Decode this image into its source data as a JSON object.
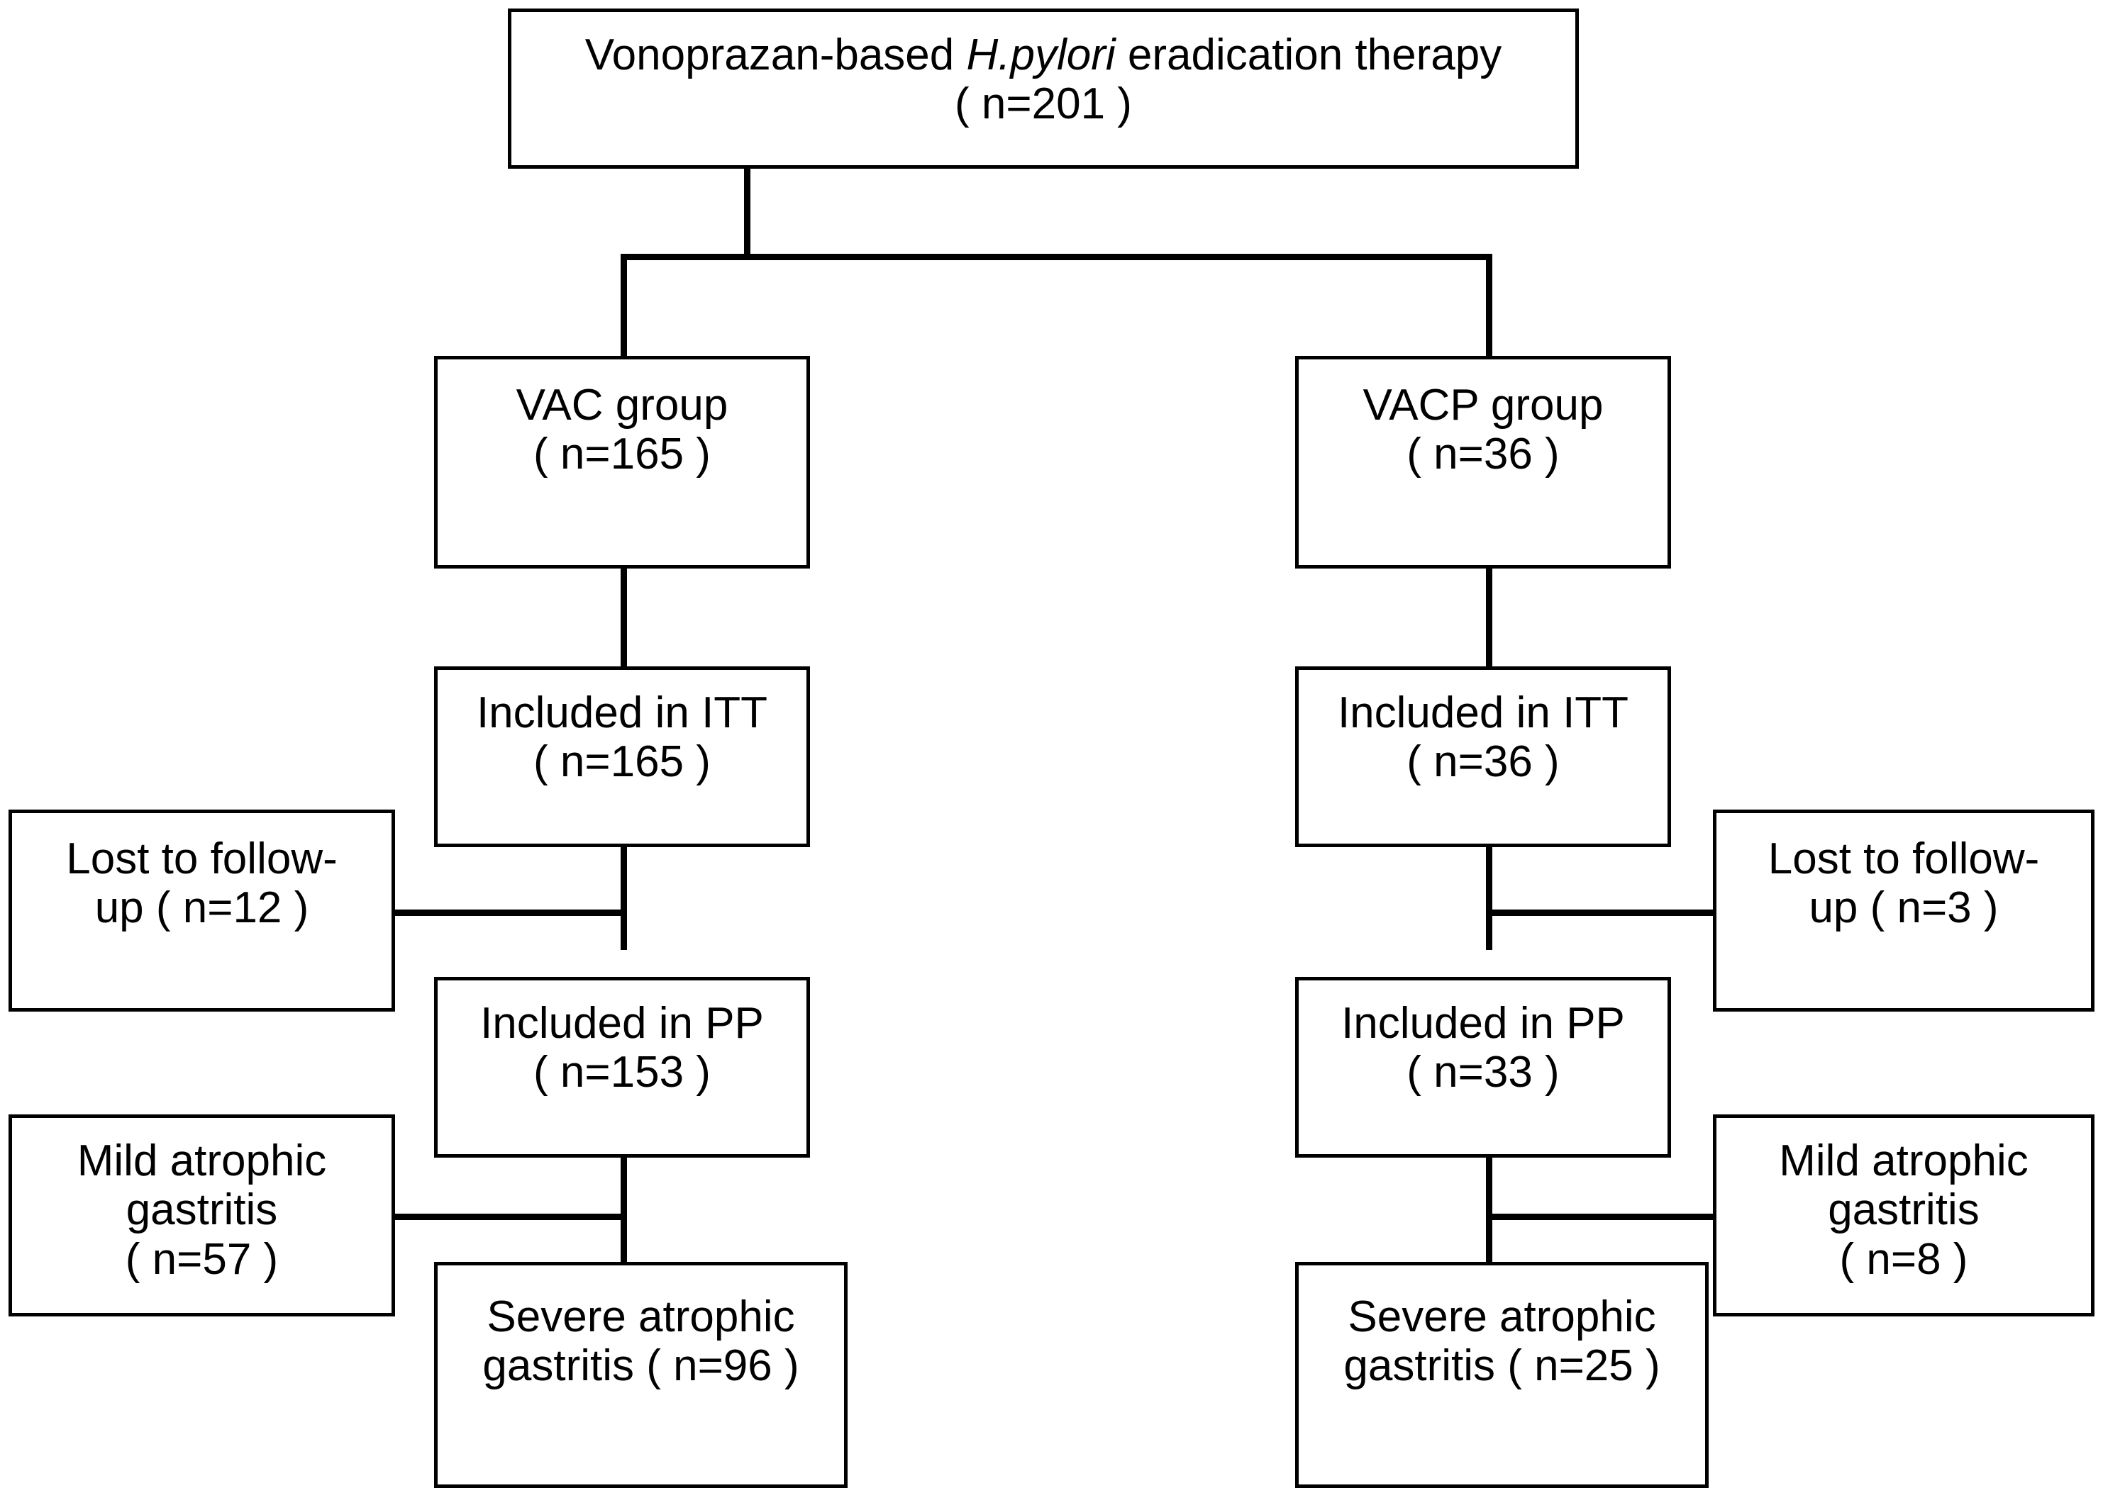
{
  "diagram": {
    "title": "Vonoprazan-based H.pylori eradication therapy study flow",
    "colors": {
      "line": "#000000",
      "box_border": "#000000",
      "background": "#ffffff",
      "text": "#000000"
    },
    "nodes": {
      "root": {
        "name": "enrollment",
        "line1_pre": "Vonoprazan-based ",
        "line1_italic": "H.pylori",
        "line1_post": " eradication therapy",
        "line2": "( n=201 )"
      },
      "vac_group": {
        "line1": "VAC group",
        "line2": "( n=165 )"
      },
      "vacp_group": {
        "line1": "VACP group",
        "line2": "( n=36 )"
      },
      "vac_itt": {
        "line1": "Included in ITT",
        "line2": "( n=165 )"
      },
      "vacp_itt": {
        "line1": "Included in ITT",
        "line2": "( n=36 )"
      },
      "vac_pp": {
        "line1": "Included in PP",
        "line2": "( n=153 )"
      },
      "vacp_pp": {
        "line1": "Included in PP",
        "line2": "( n=33 )"
      },
      "vac_lost": {
        "line1": "Lost to follow-",
        "line2": "up ( n=12 )"
      },
      "vacp_lost": {
        "line1": "Lost to follow-",
        "line2": "up ( n=3 )"
      },
      "vac_mild": {
        "line1": "Mild atrophic",
        "line2": "gastritis",
        "line3": "( n=57 )"
      },
      "vacp_mild": {
        "line1": "Mild atrophic",
        "line2": "gastritis",
        "line3": "( n=8 )"
      },
      "vac_severe": {
        "line1": "Severe atrophic",
        "line2": "gastritis ( n=96 )"
      },
      "vacp_severe": {
        "line1": "Severe atrophic",
        "line2": "gastritis ( n=25 )"
      }
    },
    "chart_data": {
      "type": "flowchart",
      "title": "Vonoprazan-based H.pylori eradication therapy ( n=201 )",
      "total_enrolled": 201,
      "arms": [
        {
          "arm": "VAC group",
          "allocated": 165,
          "itt": 165,
          "lost_to_follow_up": 12,
          "pp": 153,
          "mild_atrophic_gastritis": 57,
          "severe_atrophic_gastritis": 96
        },
        {
          "arm": "VACP group",
          "allocated": 36,
          "itt": 36,
          "lost_to_follow_up": 3,
          "pp": 33,
          "mild_atrophic_gastritis": 8,
          "severe_atrophic_gastritis": 25
        }
      ]
    }
  }
}
